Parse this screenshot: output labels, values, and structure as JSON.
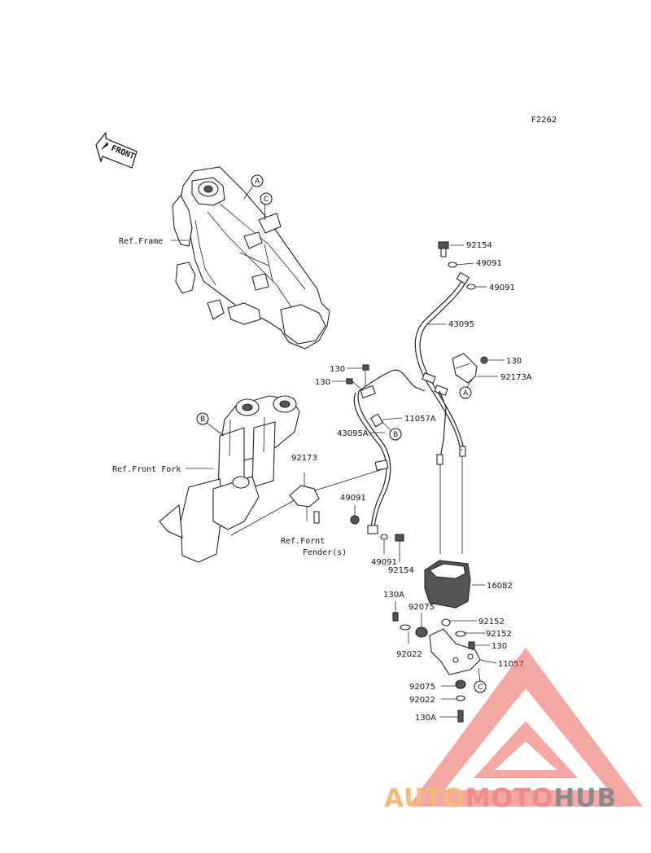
{
  "figure_code": "F2262",
  "front_label": "FRONT",
  "references": {
    "frame": "Ref.Frame",
    "front_fork": "Ref.Front Fork",
    "front_fender_line1": "Ref.Fornt",
    "front_fender_line2": "Fender(s)"
  },
  "callouts": {
    "a": "A",
    "b": "B",
    "c": "C"
  },
  "parts": {
    "p92154_top": "92154",
    "p49091_top1": "49091",
    "p49091_top2": "49091",
    "p43095": "43095",
    "p130_right": "130",
    "p92173A": "92173A",
    "p130_upper1": "130",
    "p130_upper2": "130",
    "p11057A": "11057A",
    "p43095A": "43095A",
    "p92173": "92173",
    "p49091_mid": "49091",
    "p49091_low": "49091",
    "p92154_low": "92154",
    "p16082": "16082",
    "p130A_top": "130A",
    "p92075_top": "92075",
    "p92152_1": "92152",
    "p92152_2": "92152",
    "p130_bracket": "130",
    "p92022_left": "92022",
    "p11057": "11057",
    "p92075_low": "92075",
    "p92022_low": "92022",
    "p130A_low": "130A"
  },
  "watermark": {
    "part1": "AUTO",
    "part2": "MOTO",
    "part3": "HUB",
    "colors": {
      "auto": "#f5b97a",
      "moto": "#f08a8a",
      "hub": "#8a8a8a",
      "triangle": "#e8453c"
    }
  }
}
